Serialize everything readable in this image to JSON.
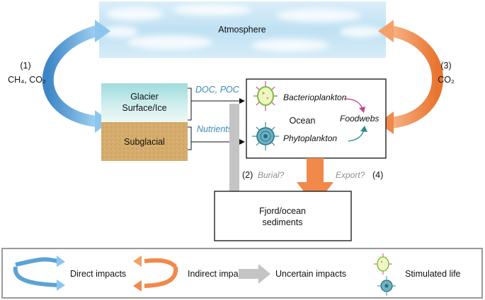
{
  "atmosphere": {
    "label": "Atmosphere"
  },
  "left_flux": {
    "number": "(1)",
    "species": "CH₄, CO₂"
  },
  "right_flux": {
    "number": "(3)",
    "species": "CO₂"
  },
  "glacier": {
    "label_line1": "Glacier",
    "label_line2": "Surface/Ice",
    "subglacial": "Subglacial"
  },
  "flows": {
    "doc_poc": "DOC, POC",
    "nutrients": "Nutrients"
  },
  "ocean": {
    "title": "Ocean",
    "bacterioplankton": "Bacterioplankton",
    "phytoplankton": "Phytoplankton",
    "foodwebs": "Foodwebs"
  },
  "fate": {
    "burial_number": "(2)",
    "burial": "Burial?",
    "export": "Export?",
    "export_number": "(4)"
  },
  "sediments": {
    "line1": "Fjord/ocean",
    "line2": "sediments"
  },
  "legend": {
    "direct": "Direct impacts",
    "indirect": "Indirect impacts",
    "uncertain": "Uncertain impacts",
    "stimulated": "Stimulated life"
  },
  "colors": {
    "direct_blue": "#5ba3d6",
    "indirect_orange": "#f0894a",
    "uncertain_grey": "#c4c4c4",
    "nutrient_text": "#3a8ab8",
    "bacterio_pink": "#c6488f",
    "phyto_teal": "#2e8b8b"
  }
}
